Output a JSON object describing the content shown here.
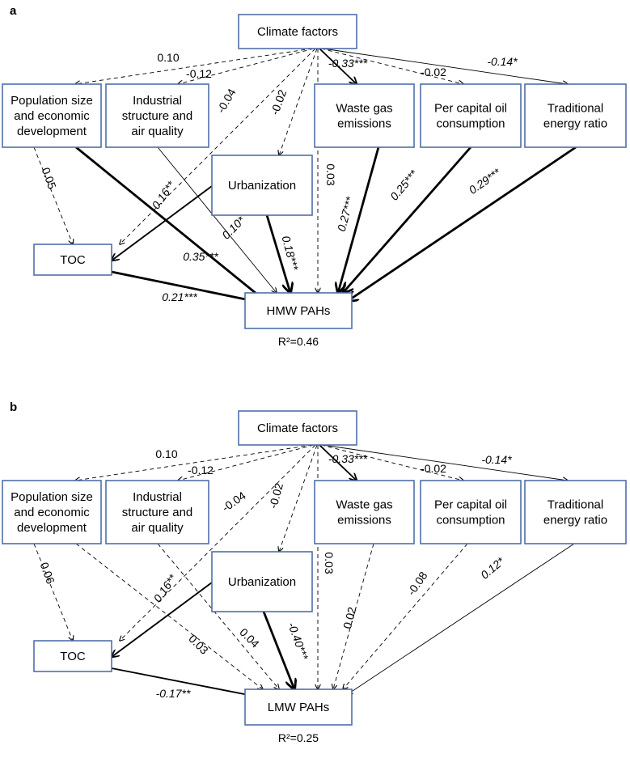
{
  "panels": [
    {
      "id": "a",
      "label": "a",
      "r2_text": "R²=0.46",
      "nodes": {
        "climate": [
          "Climate factors"
        ],
        "pop": [
          "Population size",
          "and economic",
          "development"
        ],
        "ind": [
          "Industrial",
          "structure and",
          "air quality"
        ],
        "urb": [
          "Urbanization"
        ],
        "waste": [
          "Waste gas",
          "emissions"
        ],
        "oil": [
          "Per capital oil",
          "consumption"
        ],
        "energy": [
          "Traditional",
          "energy ratio"
        ],
        "toc": [
          "TOC"
        ],
        "target": [
          "HMW PAHs"
        ]
      },
      "edges": [
        {
          "from": "climate",
          "to": "pop",
          "coef": "0.10",
          "style": "dashed",
          "weight": "thin"
        },
        {
          "from": "climate",
          "to": "ind",
          "coef": "-0.12",
          "style": "dashed",
          "weight": "thin"
        },
        {
          "from": "climate",
          "to": "toc",
          "coef": "-0.04",
          "style": "dashed",
          "weight": "thin"
        },
        {
          "from": "climate",
          "to": "urb",
          "coef": "-0.02",
          "style": "dashed",
          "weight": "thin"
        },
        {
          "from": "climate",
          "to": "target",
          "coef": "0.03",
          "style": "dashed",
          "weight": "thin"
        },
        {
          "from": "climate",
          "to": "waste",
          "coef": "-0.33***",
          "style": "solid",
          "weight": "medium"
        },
        {
          "from": "climate",
          "to": "oil",
          "coef": "-0.02",
          "style": "dashed",
          "weight": "thin"
        },
        {
          "from": "climate",
          "to": "energy",
          "coef": "-0.14*",
          "style": "solid",
          "weight": "thin"
        },
        {
          "from": "pop",
          "to": "toc",
          "coef": "0.05",
          "style": "dashed",
          "weight": "thin"
        },
        {
          "from": "pop",
          "to": "target",
          "coef": "0.35***",
          "style": "solid",
          "weight": "thick"
        },
        {
          "from": "ind",
          "to": "target",
          "coef": "0.10*",
          "style": "solid",
          "weight": "thin"
        },
        {
          "from": "urb",
          "to": "toc",
          "coef": "0.16**",
          "style": "solid",
          "weight": "medium"
        },
        {
          "from": "urb",
          "to": "target",
          "coef": "0.18***",
          "style": "solid",
          "weight": "thick"
        },
        {
          "from": "toc",
          "to": "target",
          "coef": "0.21***",
          "style": "solid",
          "weight": "thick"
        },
        {
          "from": "waste",
          "to": "target",
          "coef": "0.27***",
          "style": "solid",
          "weight": "thick"
        },
        {
          "from": "oil",
          "to": "target",
          "coef": "0.25***",
          "style": "solid",
          "weight": "thick"
        },
        {
          "from": "energy",
          "to": "target",
          "coef": "0.29***",
          "style": "solid",
          "weight": "thick"
        }
      ]
    },
    {
      "id": "b",
      "label": "b",
      "r2_text": "R²=0.25",
      "nodes": {
        "climate": [
          "Climate factors"
        ],
        "pop": [
          "Population size",
          "and economic",
          "development"
        ],
        "ind": [
          "Industrial",
          "structure and",
          "air quality"
        ],
        "urb": [
          "Urbanization"
        ],
        "waste": [
          "Waste gas",
          "emissions"
        ],
        "oil": [
          "Per capital oil",
          "consumption"
        ],
        "energy": [
          "Traditional",
          "energy ratio"
        ],
        "toc": [
          "TOC"
        ],
        "target": [
          "LMW PAHs"
        ]
      },
      "edges": [
        {
          "from": "climate",
          "to": "pop",
          "coef": "0.10",
          "style": "dashed",
          "weight": "thin"
        },
        {
          "from": "climate",
          "to": "ind",
          "coef": "-0.12",
          "style": "dashed",
          "weight": "thin"
        },
        {
          "from": "climate",
          "to": "toc",
          "coef": "-0.04",
          "style": "dashed",
          "weight": "thin"
        },
        {
          "from": "climate",
          "to": "urb",
          "coef": "-0.02",
          "style": "dashed",
          "weight": "thin"
        },
        {
          "from": "climate",
          "to": "target",
          "coef": "0.03",
          "style": "dashed",
          "weight": "thin"
        },
        {
          "from": "climate",
          "to": "waste",
          "coef": "-0.33***",
          "style": "solid",
          "weight": "medium"
        },
        {
          "from": "climate",
          "to": "oil",
          "coef": "-0.02",
          "style": "dashed",
          "weight": "thin"
        },
        {
          "from": "climate",
          "to": "energy",
          "coef": "-0.14*",
          "style": "solid",
          "weight": "thin"
        },
        {
          "from": "pop",
          "to": "toc",
          "coef": "0.06",
          "style": "dashed",
          "weight": "thin"
        },
        {
          "from": "pop",
          "to": "target",
          "coef": "0.03",
          "style": "dashed",
          "weight": "thin"
        },
        {
          "from": "ind",
          "to": "target",
          "coef": "0.04",
          "style": "dashed",
          "weight": "thin"
        },
        {
          "from": "urb",
          "to": "toc",
          "coef": "0.16**",
          "style": "solid",
          "weight": "medium"
        },
        {
          "from": "urb",
          "to": "target",
          "coef": "-0.40***",
          "style": "solid",
          "weight": "thick"
        },
        {
          "from": "toc",
          "to": "target",
          "coef": "-0.17**",
          "style": "solid",
          "weight": "medium"
        },
        {
          "from": "waste",
          "to": "target",
          "coef": "0.02",
          "style": "dashed",
          "weight": "thin"
        },
        {
          "from": "oil",
          "to": "target",
          "coef": "-0.08",
          "style": "dashed",
          "weight": "thin"
        },
        {
          "from": "energy",
          "to": "target",
          "coef": "0.12*",
          "style": "solid",
          "weight": "thin"
        }
      ]
    }
  ],
  "colors": {
    "box_border": "#4f6fa8",
    "line": "#000000",
    "background": "#ffffff"
  }
}
